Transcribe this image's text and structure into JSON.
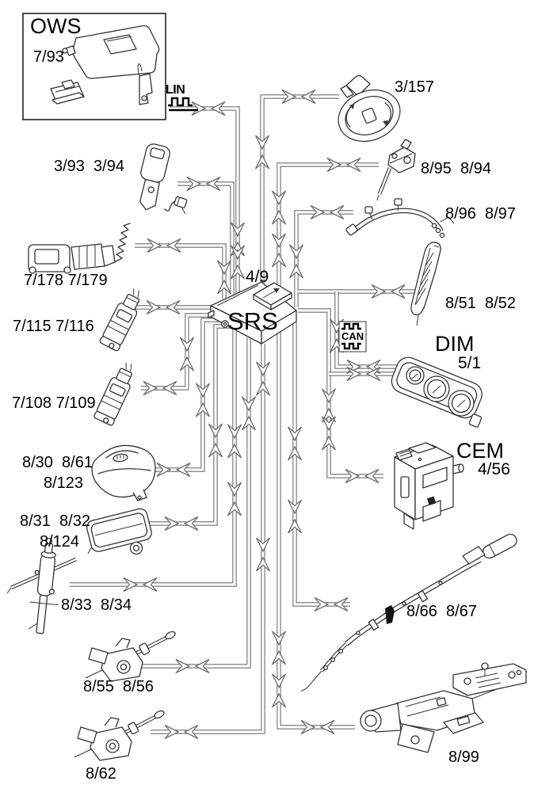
{
  "diagram": {
    "type": "srs-wiring-overview",
    "background": "#ffffff",
    "wire_color": "#6f6f6f",
    "component_line_color": "#333333",
    "text_color": "#000000"
  },
  "ows_box": {
    "title": "OWS",
    "ref": "7/93"
  },
  "bus": {
    "lin": "LIN",
    "can": "CAN"
  },
  "srs": {
    "name": "SRS",
    "ref": "4/9"
  },
  "modules": {
    "dim": {
      "name": "DIM",
      "ref": "5/1"
    },
    "cem": {
      "name": "CEM",
      "ref": "4/56"
    }
  },
  "components": {
    "switch": "3/157",
    "buckle": "3/93  3/94",
    "sensor_a": "8/95  8/94",
    "harness": "8/96  8/97",
    "clockspring": "7/178 7/179",
    "curtain_blade": "8/51  8/52",
    "tensioner_a": "7/115 7/116",
    "tensioner_b": "7/108 7/109",
    "airbag_driver_1": "8/30  8/61",
    "airbag_driver_2": "8/123",
    "airbag_pass_1": "8/31  8/32",
    "airbag_pass_2": "8/124",
    "side_airbag": "8/33  8/34",
    "curtain": "8/66  8/67",
    "cable_tensioner_a": "8/55  8/56",
    "cable_tensioner_b": "8/62",
    "steering_column": "8/99"
  }
}
